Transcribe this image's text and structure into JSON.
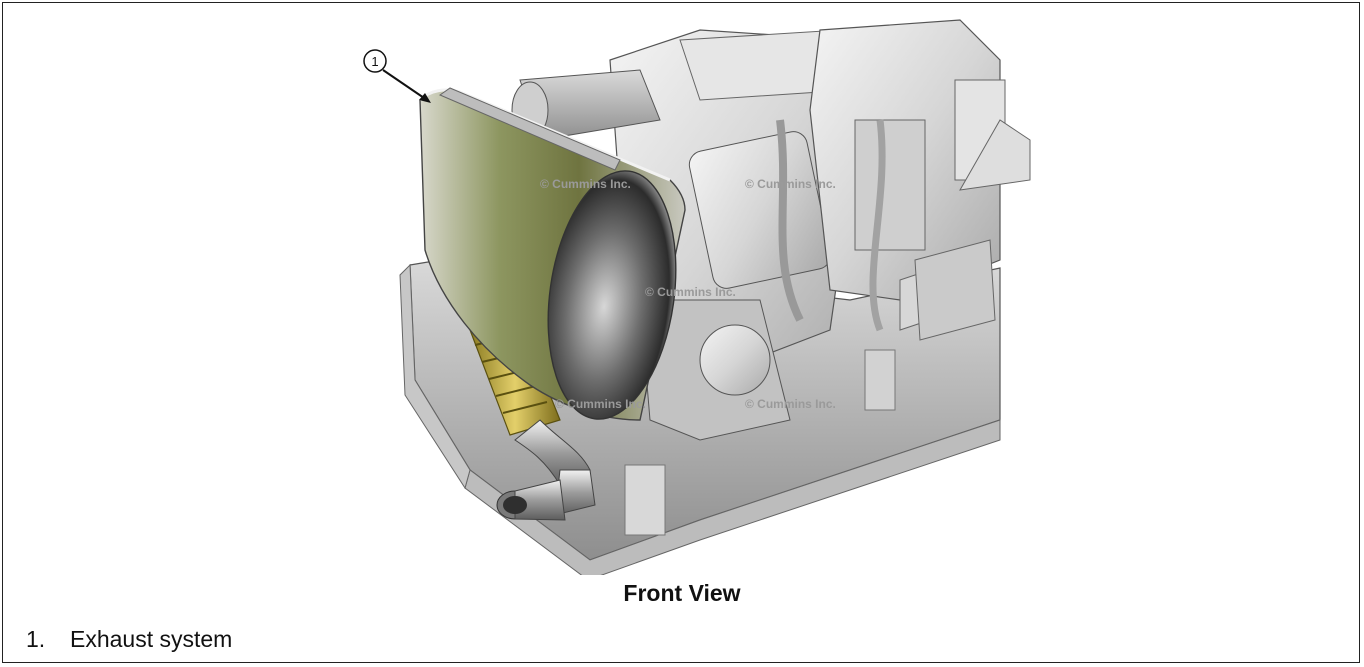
{
  "figure": {
    "callout_number": "1",
    "watermark": "© Cummins Inc.",
    "caption": "Front View"
  },
  "legend": {
    "items": [
      {
        "number": "1.",
        "label": "Exhaust system"
      }
    ]
  }
}
